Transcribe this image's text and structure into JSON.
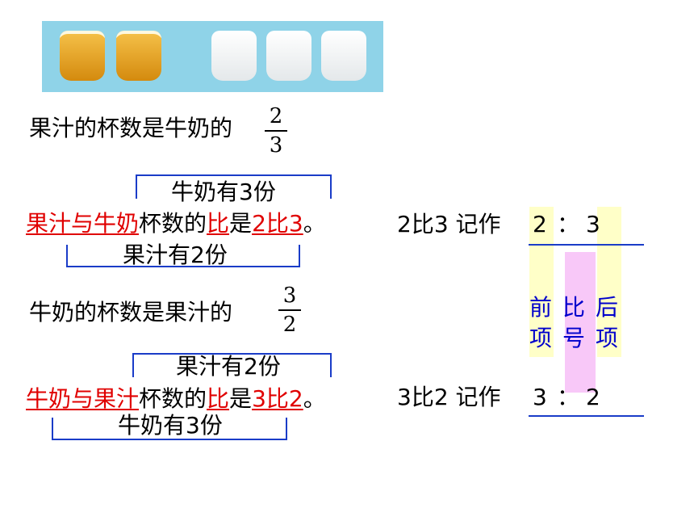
{
  "image_panel": {
    "background": "#8fd3e8",
    "cups": [
      {
        "kind": "juice",
        "color": "#e8a81a"
      },
      {
        "kind": "juice",
        "color": "#e8a81a"
      },
      {
        "kind": "milk",
        "color": "#ffffff"
      },
      {
        "kind": "milk",
        "color": "#ffffff"
      },
      {
        "kind": "milk",
        "color": "#ffffff"
      }
    ]
  },
  "section1": {
    "statement": "果汁的杯数是牛奶的",
    "frac_num": "2",
    "frac_den": "3",
    "bracket_top": "牛奶有3份",
    "ratio_a": "果汁与牛奶",
    "ratio_mid1": "杯数的",
    "ratio_bi": "比",
    "ratio_shi": "是",
    "ratio_val": "2比3",
    "ratio_end": "。",
    "bracket_bottom": "果汁有2份",
    "notation_label": "2比3 记作",
    "notation_a": "2",
    "notation_colon": "：",
    "notation_b": "3"
  },
  "section2": {
    "statement": "牛奶的杯数是果汁的",
    "frac_num": "3",
    "frac_den": "2",
    "bracket_top": "果汁有2份",
    "ratio_a": "牛奶与果汁",
    "ratio_mid1": "杯数的",
    "ratio_bi": "比",
    "ratio_shi": "是",
    "ratio_val": "3比2",
    "ratio_end": "。",
    "bracket_bottom": "牛奶有3份",
    "notation_label": "3比2 记作",
    "notation_a": "3",
    "notation_colon": "：",
    "notation_b": "2"
  },
  "terms": {
    "front_1": "前",
    "front_2": "项",
    "sign_1": "比",
    "sign_2": "号",
    "back_1": "后",
    "back_2": "项"
  },
  "colors": {
    "red": "#e00000",
    "blue": "#0000cc",
    "bracket": "#1a3cc8",
    "highlight_yellow": "#ffffc8",
    "highlight_pink": "#f8c8f8"
  }
}
